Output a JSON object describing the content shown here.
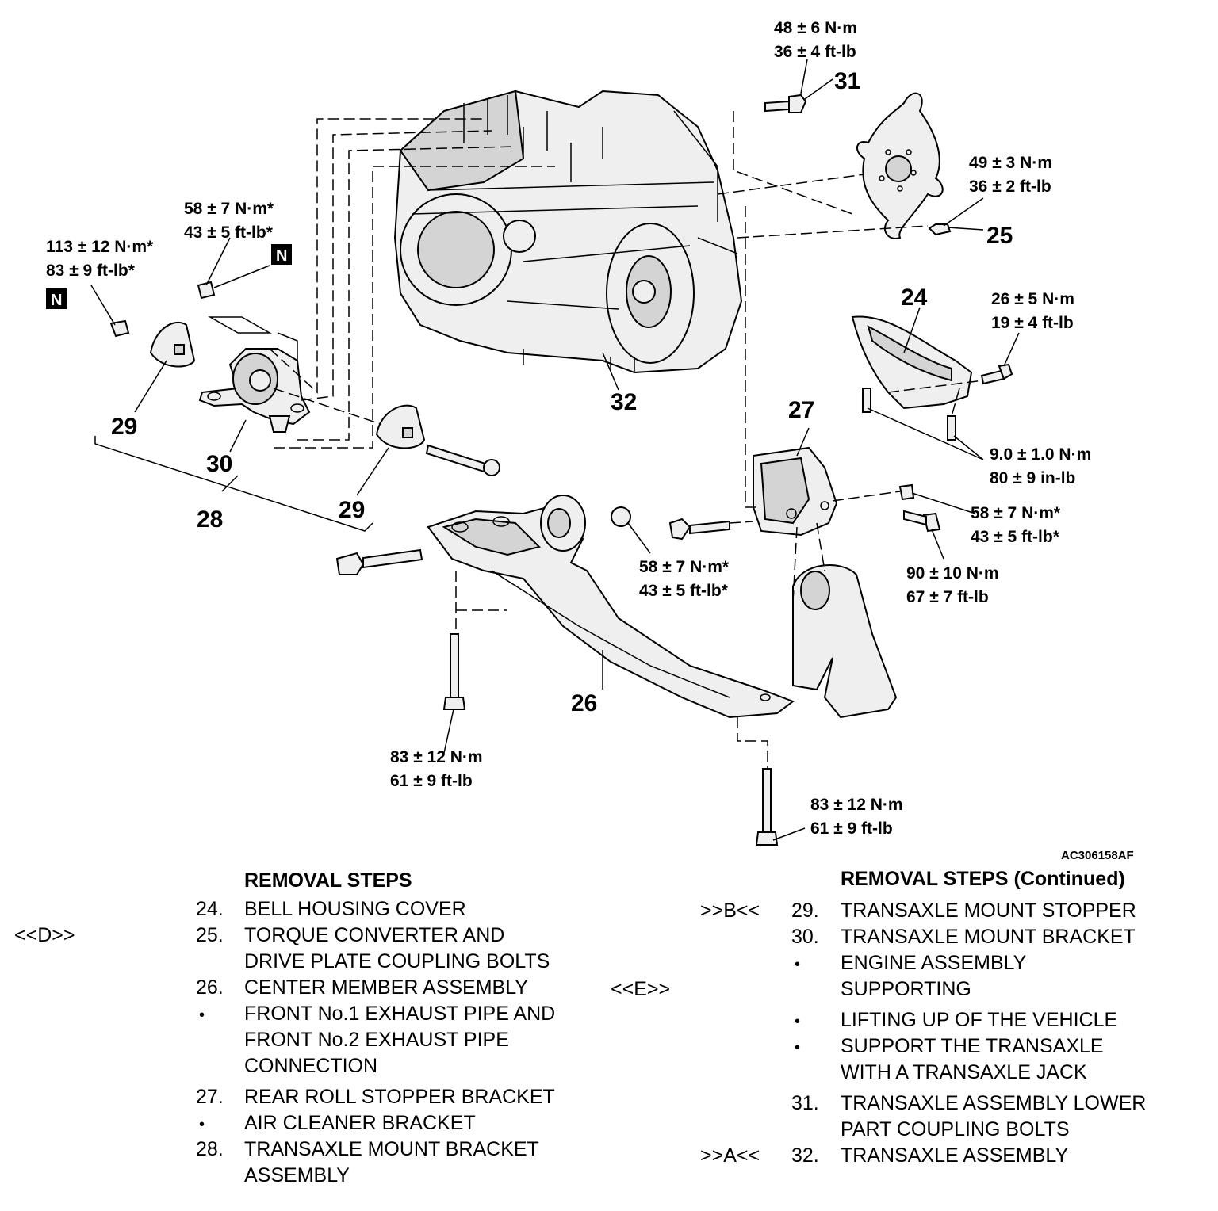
{
  "figure_ref": "AC306158AF",
  "callouts": [
    "24",
    "25",
    "26",
    "27",
    "28",
    "29",
    "29",
    "30",
    "31",
    "32"
  ],
  "torque": {
    "t31": [
      "48 ± 6 N·m",
      "36 ± 4 ft-lb"
    ],
    "t25": [
      "49 ± 3 N·m",
      "36 ± 2 ft-lb"
    ],
    "t24": [
      "26 ± 5 N·m",
      "19 ± 4 ft-lb"
    ],
    "t24b": [
      "9.0 ± 1.0 N·m",
      "80 ± 9 in-lb"
    ],
    "t27a": [
      "58 ± 7 N·m*",
      "43 ± 5 ft-lb*"
    ],
    "t27b": [
      "90 ± 10 N·m",
      "67 ± 7 ft-lb"
    ],
    "t26a": [
      "58 ± 7 N·m*",
      "43 ± 5 ft-lb*"
    ],
    "t30": [
      "58 ± 7 N·m*",
      "43 ± 5 ft-lb*"
    ],
    "t29": [
      "113 ± 12 N·m*",
      "83 ± 9 ft-lb*"
    ],
    "t26b": [
      "83 ± 12 N·m",
      "61 ± 9 ft-lb"
    ],
    "t26c": [
      "83 ± 12 N·m",
      "61 ± 9 ft-lb"
    ]
  },
  "n_badge": "N",
  "left_steps": {
    "header": "REMOVAL STEPS",
    "rows": [
      {
        "tag": "",
        "no": "24.",
        "lines": [
          "BELL HOUSING COVER"
        ]
      },
      {
        "tag": "<<D>>",
        "no": "25.",
        "lines": [
          "TORQUE CONVERTER AND",
          "DRIVE PLATE COUPLING BOLTS"
        ]
      },
      {
        "tag": "",
        "no": "26.",
        "lines": [
          "CENTER MEMBER ASSEMBLY"
        ]
      },
      {
        "tag": "",
        "no": "•",
        "lines": [
          "FRONT No.1 EXHAUST PIPE AND",
          "FRONT No.2 EXHAUST PIPE",
          "CONNECTION"
        ]
      },
      {
        "tag": "",
        "no": "27.",
        "lines": [
          "REAR ROLL STOPPER BRACKET"
        ]
      },
      {
        "tag": "",
        "no": "•",
        "lines": [
          "AIR CLEANER BRACKET"
        ]
      },
      {
        "tag": "",
        "no": "28.",
        "lines": [
          "TRANSAXLE MOUNT BRACKET",
          "ASSEMBLY"
        ]
      }
    ]
  },
  "right_steps": {
    "header": "REMOVAL STEPS (Continued)",
    "rows": [
      {
        "tag": ">>B<<",
        "no": "29.",
        "lines": [
          "TRANSAXLE MOUNT STOPPER"
        ]
      },
      {
        "tag": "",
        "no": "30.",
        "lines": [
          "TRANSAXLE MOUNT BRACKET"
        ]
      },
      {
        "tag": "<<E>>",
        "no": "•",
        "lines": [
          "ENGINE ASSEMBLY",
          "SUPPORTING"
        ]
      },
      {
        "tag": "",
        "no": "•",
        "lines": [
          "LIFTING UP OF THE VEHICLE"
        ]
      },
      {
        "tag": "",
        "no": "•",
        "lines": [
          "SUPPORT THE TRANSAXLE",
          "WITH A TRANSAXLE JACK"
        ]
      },
      {
        "tag": "",
        "no": "31.",
        "lines": [
          "TRANSAXLE ASSEMBLY LOWER",
          "PART COUPLING BOLTS"
        ]
      },
      {
        "tag": ">>A<<",
        "no": "32.",
        "lines": [
          "TRANSAXLE ASSEMBLY"
        ]
      }
    ]
  }
}
